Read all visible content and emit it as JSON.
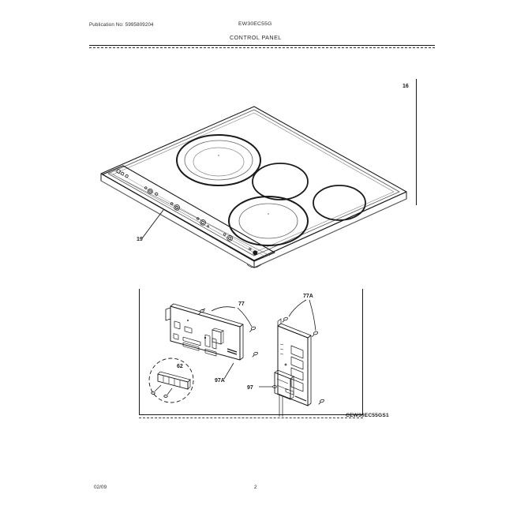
{
  "header": {
    "publication_label": "Publication No:",
    "publication_no": "Publication No: 5995809204",
    "model": "EW30EC55G",
    "title": "CONTROL PANEL"
  },
  "callouts": {
    "cooktop_glass": "16",
    "control_panel_strip": "19",
    "board_left_upper": "77",
    "board_right_upper": "77A",
    "board_left_lower": "97A",
    "board_right_lower": "97",
    "detail_circle": "62"
  },
  "part_code": "CEW30EC55GS1",
  "footer": {
    "date": "02/09",
    "page": "2"
  }
}
